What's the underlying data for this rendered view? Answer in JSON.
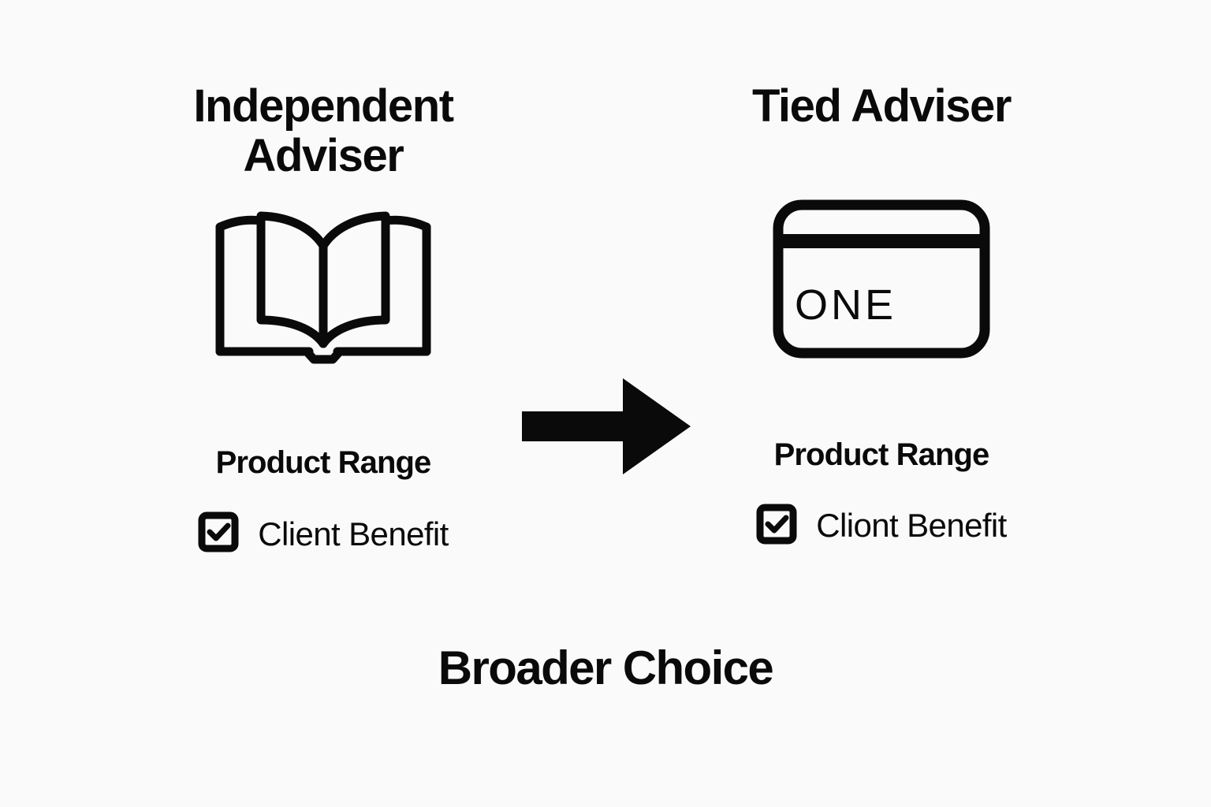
{
  "theme": {
    "background": "#fafafa",
    "ink": "#0a0a0a"
  },
  "left_panel": {
    "title": "Independent\nAdviser",
    "icon": "open-book-icon",
    "sub_heading": "Product Range",
    "checkbox": {
      "checked": true,
      "label": "Client Benefit"
    }
  },
  "connector": {
    "icon": "right-arrow-icon",
    "direction": "right"
  },
  "right_panel": {
    "title": "Tied Adviser",
    "icon": "payment-card-icon",
    "card_text": "ONE",
    "sub_heading": "Product Range",
    "checkbox": {
      "checked": true,
      "label": "Cliont Benefit"
    }
  },
  "footer": {
    "caption": "Broader Choice"
  }
}
